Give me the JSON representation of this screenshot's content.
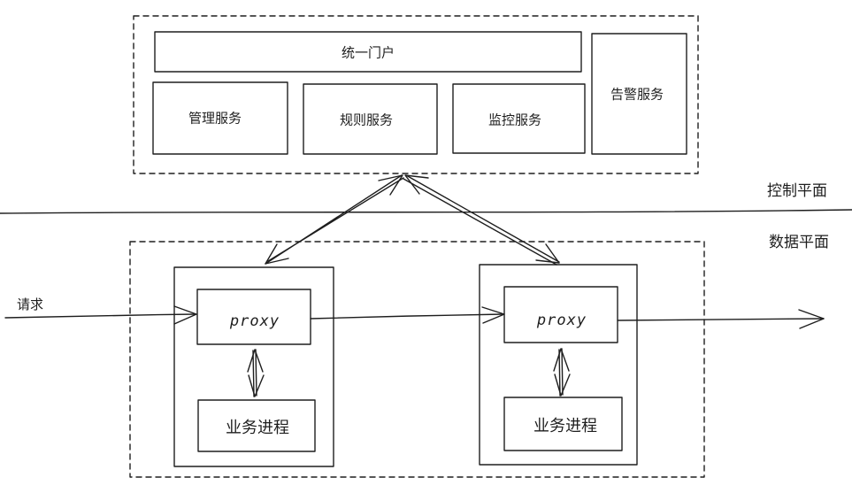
{
  "control_plane": {
    "portal": "统一门户",
    "management": "管理服务",
    "rules": "规则服务",
    "monitoring": "监控服务",
    "alerting": "告警服务",
    "label": "控制平面"
  },
  "data_plane": {
    "label": "数据平面",
    "request": "请求",
    "node1": {
      "proxy": "proxy",
      "business": "业务进程"
    },
    "node2": {
      "proxy": "proxy",
      "business": "业务进程"
    }
  },
  "colors": {
    "stroke": "#1e1e1e",
    "background": "#ffffff"
  }
}
